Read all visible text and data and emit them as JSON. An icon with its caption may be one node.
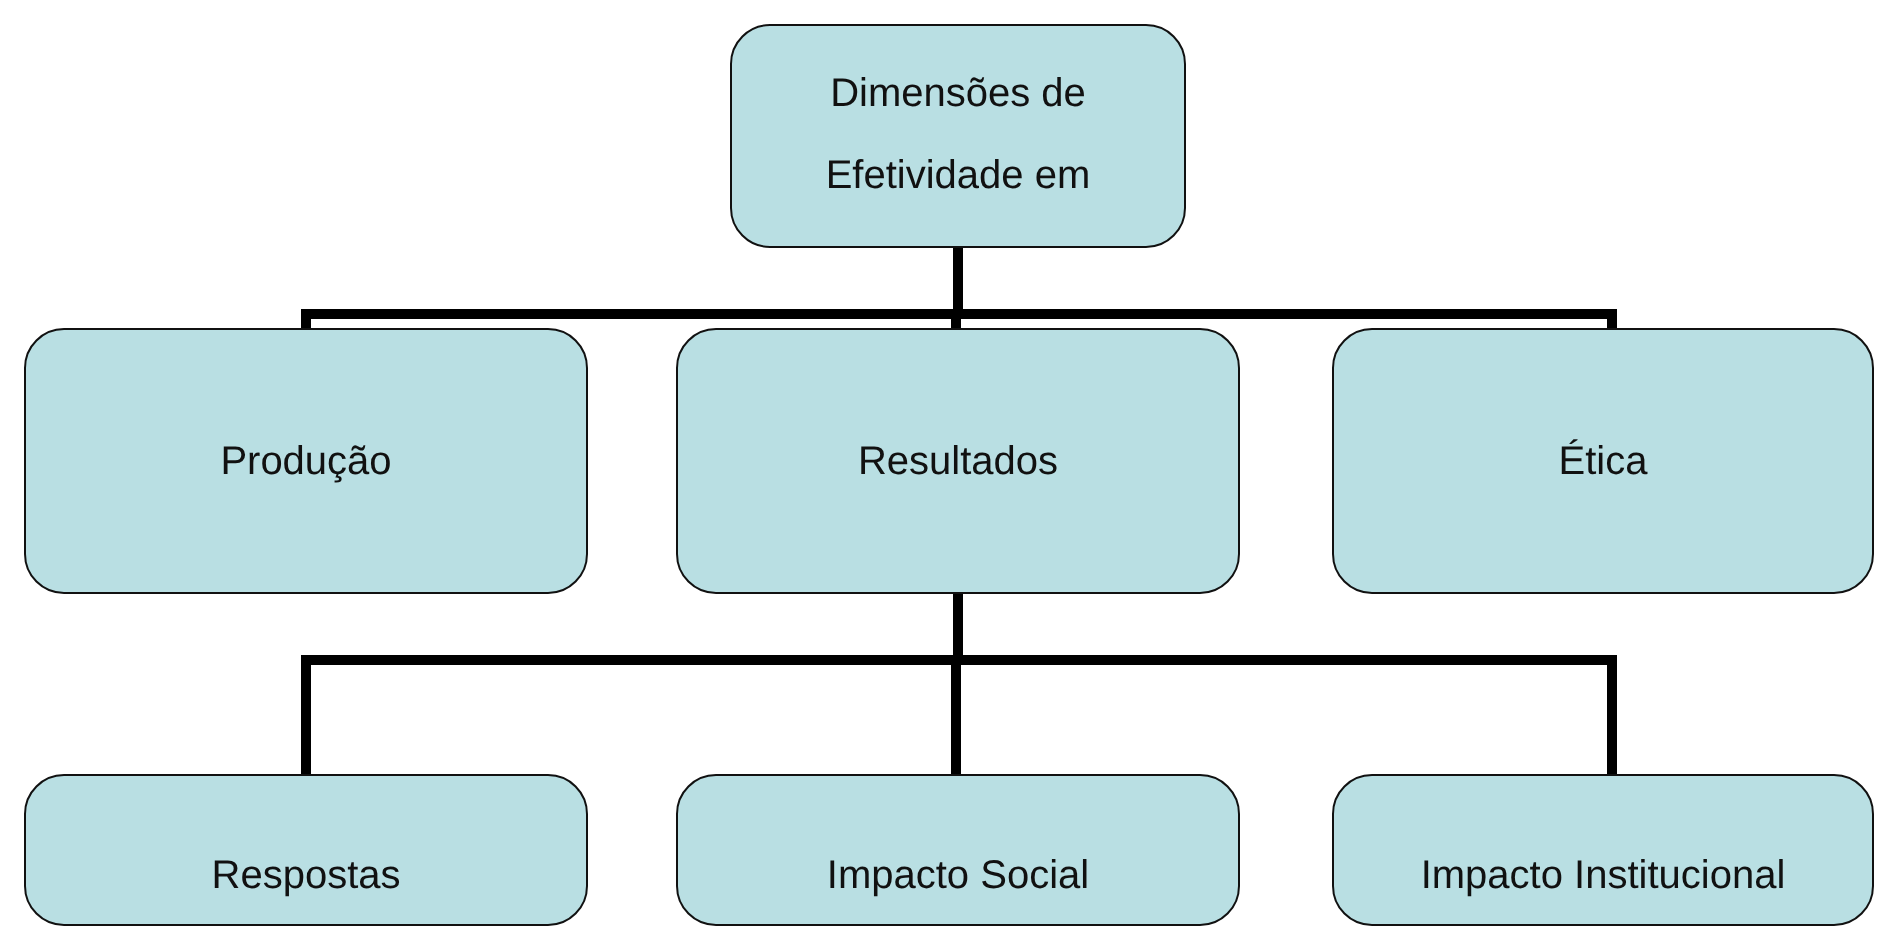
{
  "diagram": {
    "nodes": [
      {
        "text": [
          "Dimensões de Efetividade em"
        ]
      },
      {
        "text": [
          "Produção"
        ]
      },
      {
        "text": [
          "Resultados"
        ]
      },
      {
        "text": [
          "Ética"
        ]
      },
      {
        "text": [
          "Respostas"
        ]
      },
      {
        "text": [
          "Impacto Social"
        ]
      },
      {
        "text": [
          "Impacto Institucional"
        ]
      }
    ],
    "edges": [
      {
        "from": 0,
        "to": 1,
        "arrow": "none"
      },
      {
        "from": 0,
        "to": 2,
        "arrow": "none"
      },
      {
        "from": 0,
        "to": 3,
        "arrow": "none"
      },
      {
        "from": 2,
        "to": 4,
        "arrow": "none"
      },
      {
        "from": 2,
        "to": 5,
        "arrow": "none"
      },
      {
        "from": 2,
        "to": 6,
        "arrow": "none"
      }
    ]
  }
}
